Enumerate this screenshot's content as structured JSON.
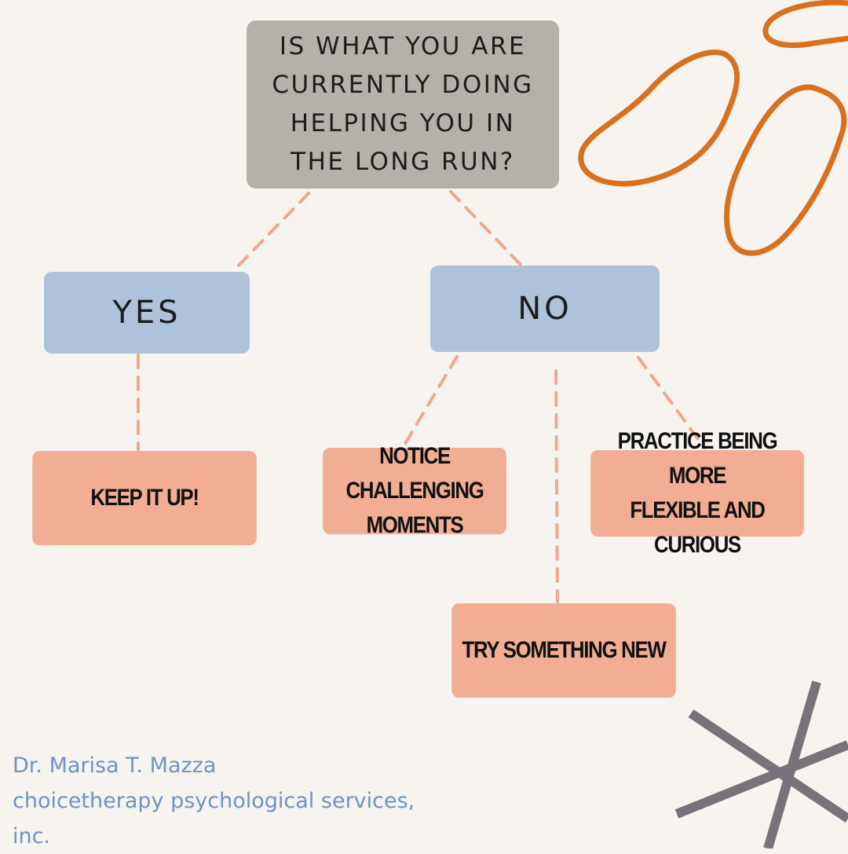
{
  "question": {
    "lines": [
      "IS WHAT YOU ARE",
      "CURRENTLY DOING",
      "HELPING YOU IN",
      "THE LONG RUN?"
    ]
  },
  "answers": {
    "yes": "YES",
    "no": "NO"
  },
  "actions": {
    "keep": "KEEP IT UP!",
    "notice": [
      "NOTICE CHALLENGING",
      "MOMENTS"
    ],
    "practice": [
      "PRACTICE BEING MORE",
      "FLEXIBLE AND CURIOUS"
    ],
    "try": "TRY SOMETHING NEW"
  },
  "credit": {
    "lines": [
      "Dr. Marisa T. Mazza",
      "choicetherapy psychological services,",
      "inc."
    ]
  },
  "colors": {
    "background": "#f7f3ef",
    "question_box": "#b5b1aa",
    "answer_box": "#aec3da",
    "action_box": "#f1ae94",
    "connector": "#f0a88c",
    "orange_deco": "#d9701e",
    "asterisk_deco": "#76747a",
    "credit_text": "#6f93c2"
  }
}
